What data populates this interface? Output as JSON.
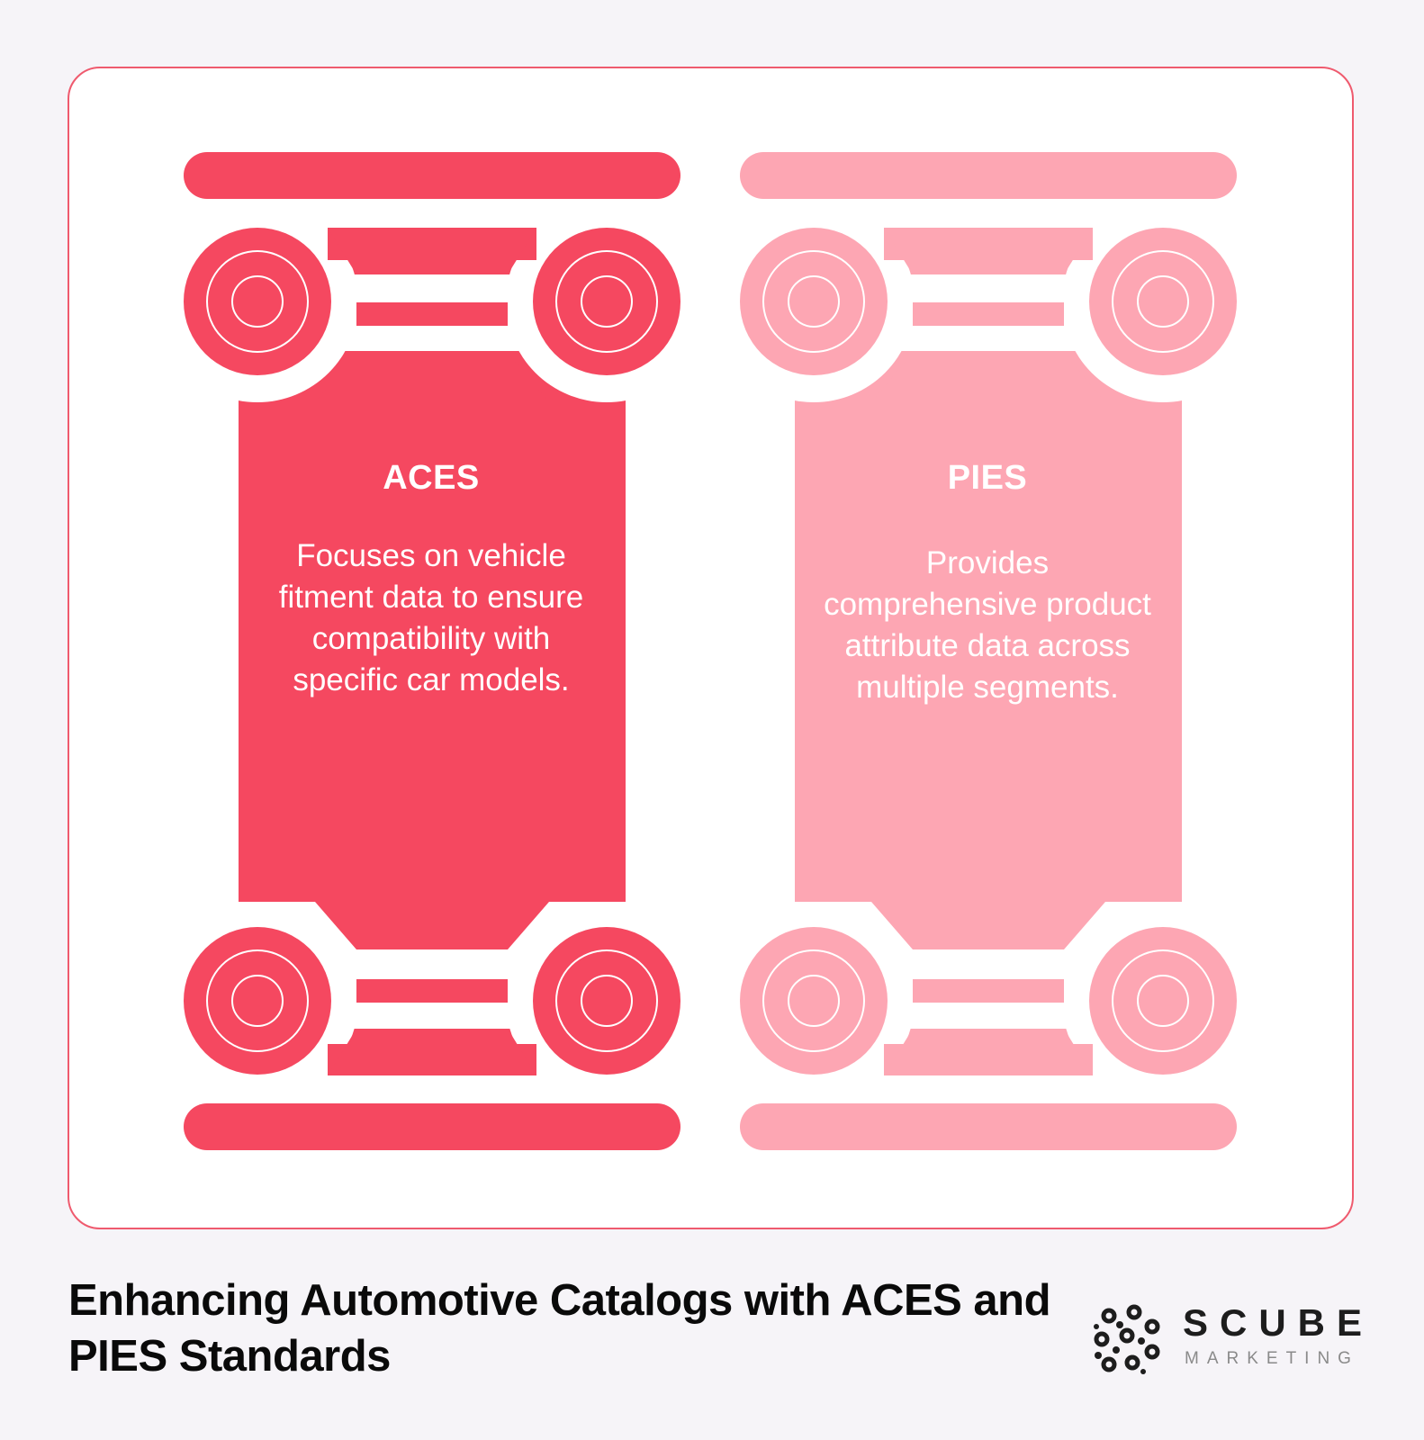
{
  "colors": {
    "aces": "#f54860",
    "pies": "#fda6b3",
    "border": "#ef5a6e",
    "background": "#f6f4f8"
  },
  "pillars": [
    {
      "title": "ACES",
      "description": "Focuses on vehicle fitment data to ensure compatibility with specific car models."
    },
    {
      "title": "PIES",
      "description": "Provides comprehensive product attribute data across multiple segments."
    }
  ],
  "footer": {
    "title": "Enhancing Automotive Catalogs with ACES and PIES Standards"
  },
  "logo": {
    "name": "SCUBE",
    "tagline": "MARKETING"
  }
}
